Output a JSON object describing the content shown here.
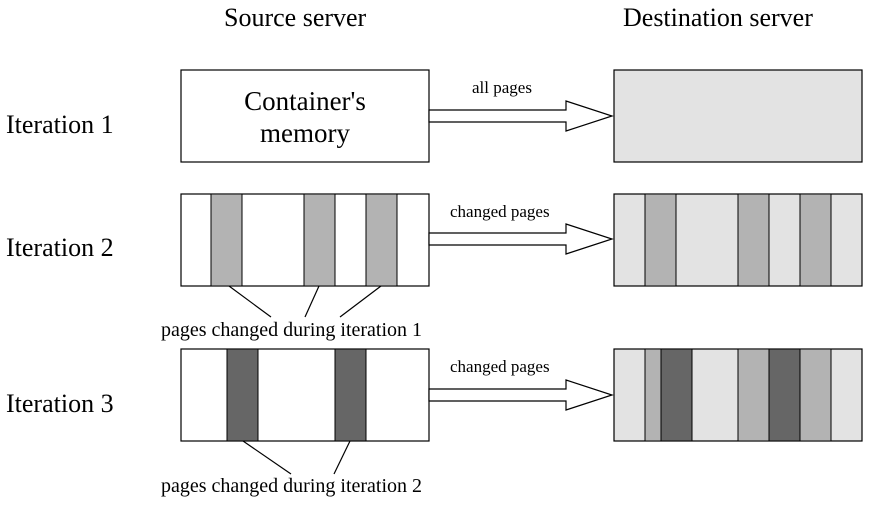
{
  "headers": {
    "source": "Source server",
    "destination": "Destination server"
  },
  "rows": [
    {
      "label": "Iteration 1",
      "source_text_line1": "Container's",
      "source_text_line2": "memory",
      "arrow_label": "all pages"
    },
    {
      "label": "Iteration 2",
      "arrow_label": "changed pages"
    },
    {
      "label": "Iteration 3",
      "arrow_label": "changed pages"
    }
  ],
  "annotations": {
    "after_iteration_2": "pages changed during iteration 1",
    "after_iteration_3": "pages changed during iteration 2"
  },
  "colors": {
    "destination_fill": "#e3e3e3",
    "changed_iteration_1": "#b3b3b3",
    "changed_iteration_2": "#666666",
    "outline": "#000000"
  }
}
